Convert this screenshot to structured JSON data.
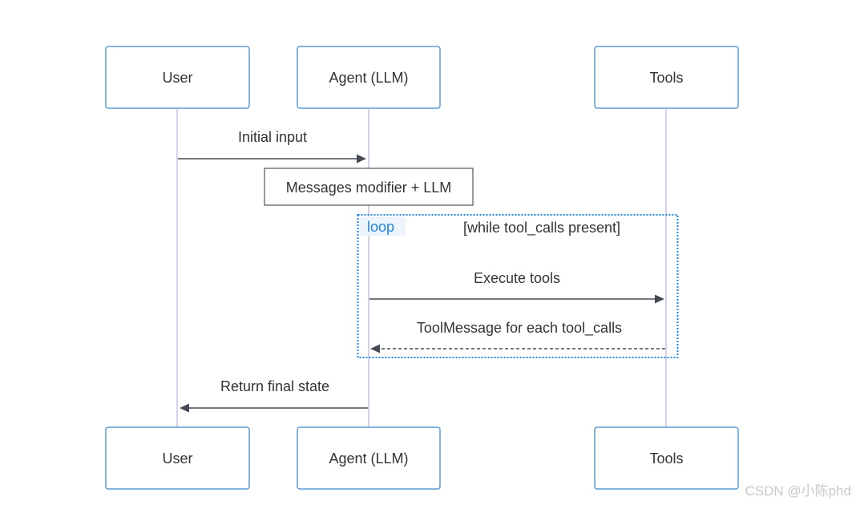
{
  "actors": [
    "User",
    "Agent (LLM)",
    "Tools"
  ],
  "messages": {
    "initial_input": "Initial input",
    "execute_tools": "Execute tools",
    "tool_message": "ToolMessage for each tool_calls",
    "return_final": "Return final state"
  },
  "note": "Messages modifier + LLM",
  "loop": {
    "label": "loop",
    "condition": "[while tool_calls present]"
  },
  "watermark": "CSDN @小陈phd"
}
